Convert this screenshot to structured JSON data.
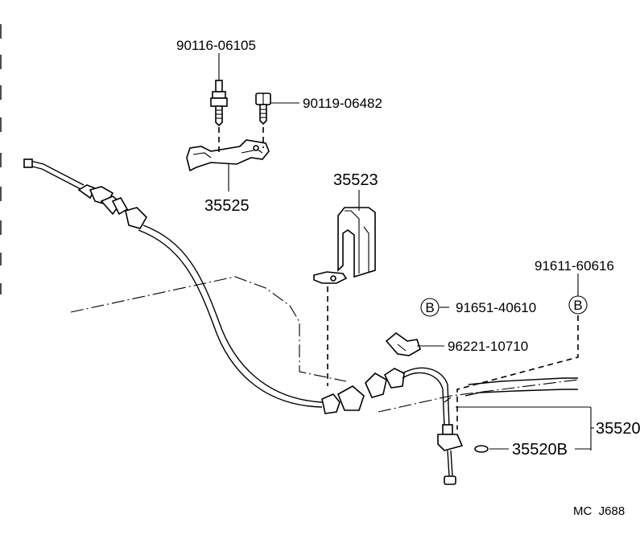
{
  "diagram": {
    "callouts": {
      "bolt_a": "90116-06105",
      "bolt_b": "90119-06482",
      "bracket": "35525",
      "clamp": "35523",
      "grommet_ref": "91611-60616",
      "clip_b": "91651-40610",
      "clip": "96221-10710",
      "cable_assy": "35520",
      "seal_ring": "35520B"
    },
    "markers": {
      "b_left": "B",
      "b_right": "B"
    },
    "code": "MC  J688"
  }
}
